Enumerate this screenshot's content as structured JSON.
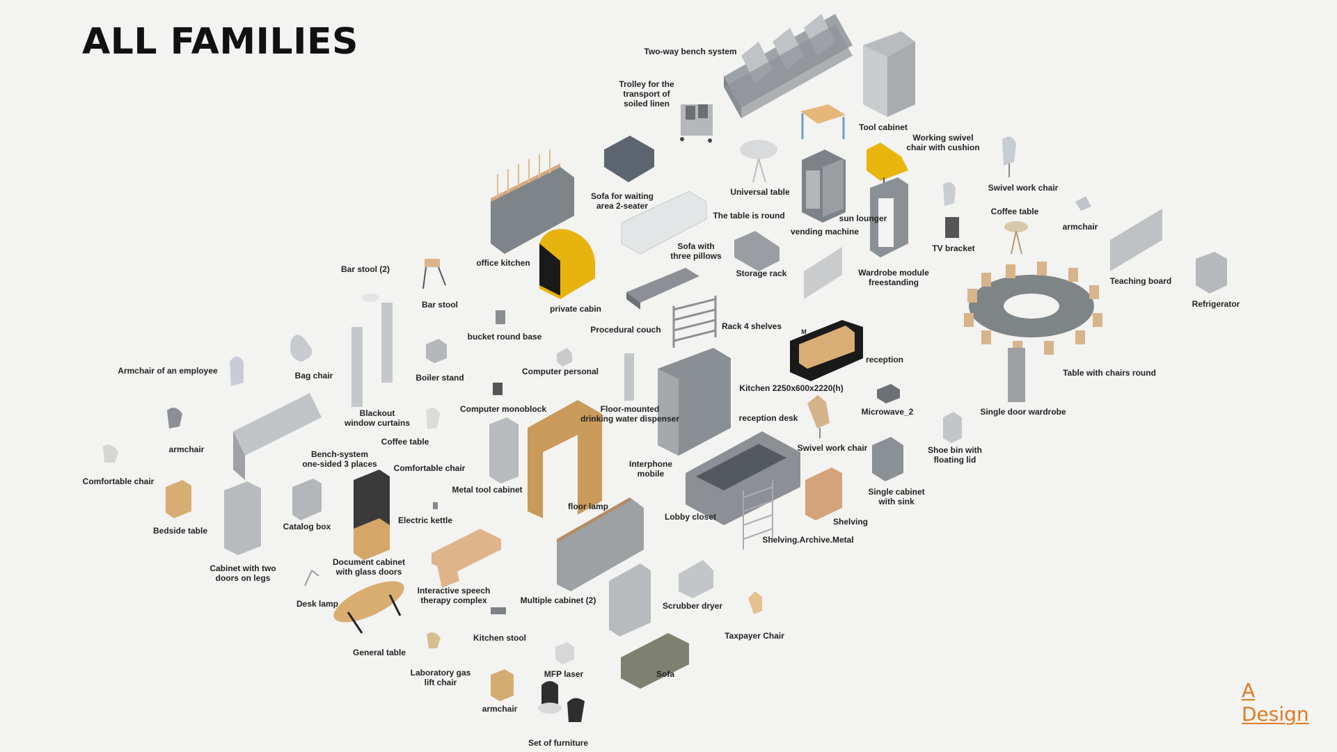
{
  "title": "ALL FAMILIES",
  "logo": {
    "line1": "A",
    "line2": "Design",
    "color": "#e07b21"
  },
  "labels": [
    {
      "text": "Two-way bench system"
    },
    {
      "text": "Trolley for the\ntransport of\nsoiled linen"
    },
    {
      "text": "Tool cabinet"
    },
    {
      "text": "Working swivel\nchair with cushion"
    },
    {
      "text": "Swivel work chair"
    },
    {
      "text": "Sofa for waiting\narea 2-seater"
    },
    {
      "text": "Universal table"
    },
    {
      "text": "The table is round"
    },
    {
      "text": "sun lounger"
    },
    {
      "text": "Coffee table"
    },
    {
      "text": "armchair"
    },
    {
      "text": "vending machine"
    },
    {
      "text": "TV bracket"
    },
    {
      "text": "Sofa with\nthree pillows"
    },
    {
      "text": "office kitchen"
    },
    {
      "text": "Storage rack"
    },
    {
      "text": "Wardrobe module\nfreestanding"
    },
    {
      "text": "Teaching board"
    },
    {
      "text": "Bar stool (2)"
    },
    {
      "text": "Refrigerator"
    },
    {
      "text": "Bar stool"
    },
    {
      "text": "private cabin"
    },
    {
      "text": "Procedural couch"
    },
    {
      "text": "Rack 4 shelves"
    },
    {
      "text": "bucket round base"
    },
    {
      "text": "reception"
    },
    {
      "text": "Armchair of an employee"
    },
    {
      "text": "Bag chair"
    },
    {
      "text": "Computer personal"
    },
    {
      "text": "Table with chairs round"
    },
    {
      "text": "Boiler stand"
    },
    {
      "text": "Kitchen 2250x600x2220(h)"
    },
    {
      "text": "Computer monoblock"
    },
    {
      "text": "Floor-mounted\ndrinking water dispenser"
    },
    {
      "text": "Microwave_2"
    },
    {
      "text": "Single door wardrobe"
    },
    {
      "text": "Blackout\nwindow curtains"
    },
    {
      "text": "reception desk"
    },
    {
      "text": "armchair"
    },
    {
      "text": "Coffee table"
    },
    {
      "text": "Swivel work chair"
    },
    {
      "text": "Shoe bin with\nfloating lid"
    },
    {
      "text": "Bench-system\none-sided 3 places"
    },
    {
      "text": "Comfortable chair"
    },
    {
      "text": "Interphone\nmobile"
    },
    {
      "text": "Comfortable chair"
    },
    {
      "text": "Metal tool cabinet"
    },
    {
      "text": "Single cabinet\nwith sink"
    },
    {
      "text": "floor lamp"
    },
    {
      "text": "Lobby closet"
    },
    {
      "text": "Shelving"
    },
    {
      "text": "Electric kettle"
    },
    {
      "text": "Bedside table"
    },
    {
      "text": "Catalog box"
    },
    {
      "text": "Shelving.Archive.Metal"
    },
    {
      "text": "Document cabinet\nwith glass doors"
    },
    {
      "text": "Cabinet with two\ndoors on legs"
    },
    {
      "text": "Interactive speech\ntherapy complex"
    },
    {
      "text": "Multiple cabinet (2)"
    },
    {
      "text": "Scrubber dryer"
    },
    {
      "text": "Desk lamp"
    },
    {
      "text": "Kitchen stool"
    },
    {
      "text": "Taxpayer Chair"
    },
    {
      "text": "General table"
    },
    {
      "text": "Laboratory gas\nlift chair"
    },
    {
      "text": "MFP laser"
    },
    {
      "text": "Sofa"
    },
    {
      "text": "armchair"
    },
    {
      "text": "Set of furniture"
    }
  ],
  "reception_mark": "M"
}
